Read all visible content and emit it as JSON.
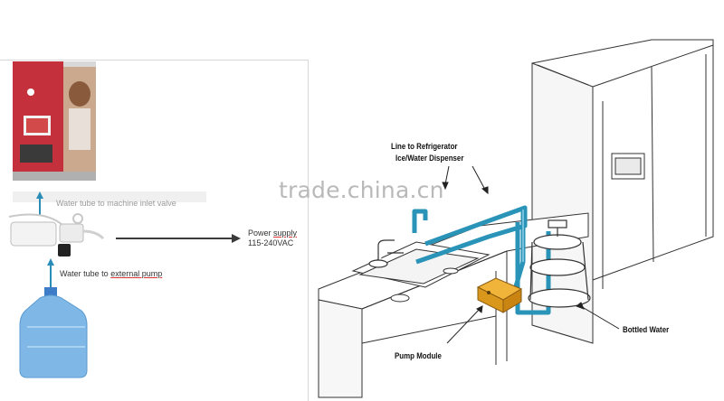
{
  "left_panel": {
    "machine_tube_label": "Water tube to machine inlet valve",
    "power_supply_label_prefix": "Power ",
    "power_supply_label_link": "supply",
    "power_voltage": "115-240VAC",
    "external_pump_label_prefix": "Water tube to ",
    "external_pump_label_link": "external pump"
  },
  "watermark": "trade.china.cn",
  "callouts": {
    "line_to_refrigerator": "Line to Refrigerator",
    "ice_water_dispenser": "Ice/Water Dispenser",
    "bottled_water": "Bottled Water",
    "pump_module": "Pump Module"
  },
  "colors": {
    "water_line": "#2a93b8",
    "pump": "#e0a020",
    "jug": "#7fb8e6",
    "machine_red": "#c4303c",
    "arrow_blue": "#2a8db8"
  }
}
